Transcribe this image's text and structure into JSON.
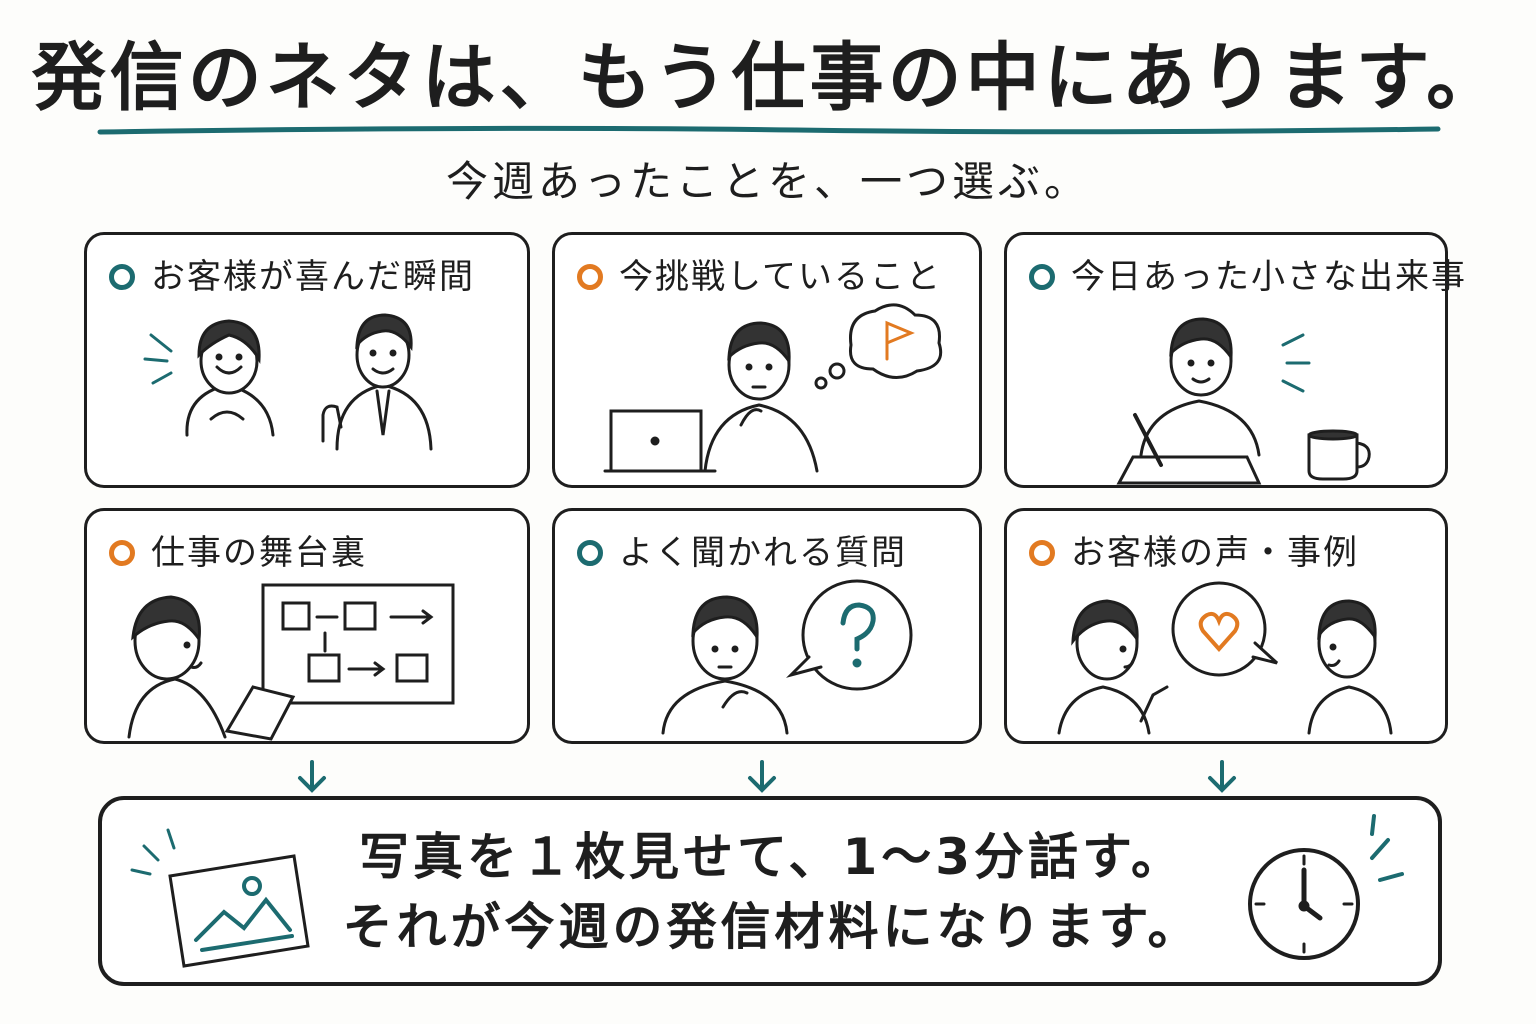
{
  "title": "発信のネタは、もう仕事の中にあります。",
  "subtitle": "今週あったことを、一つ選ぶ。",
  "colors": {
    "teal": "#1c6b70",
    "orange": "#e27a21",
    "ink": "#1e1e1e"
  },
  "cards": [
    {
      "label": "お客様が喜んだ瞬間",
      "marker_color": "teal",
      "icon": "happy-customer-and-staff-illustration"
    },
    {
      "label": "今挑戦していること",
      "marker_color": "orange",
      "icon": "thinking-at-laptop-illustration"
    },
    {
      "label": "今日あった小さな出来事",
      "marker_color": "teal",
      "icon": "writing-notebook-illustration"
    },
    {
      "label": "仕事の舞台裏",
      "marker_color": "orange",
      "icon": "explaining-flowchart-illustration"
    },
    {
      "label": "よく聞かれる質問",
      "marker_color": "teal",
      "icon": "question-bubble-illustration"
    },
    {
      "label": "お客様の声・事例",
      "marker_color": "orange",
      "icon": "customer-voice-heart-illustration"
    }
  ],
  "bottom": {
    "line1": "写真を１枚見せて、1～3分話す。",
    "line2": "それが今週の発信材料になります。",
    "icons": [
      "photo-icon",
      "clock-icon"
    ]
  }
}
